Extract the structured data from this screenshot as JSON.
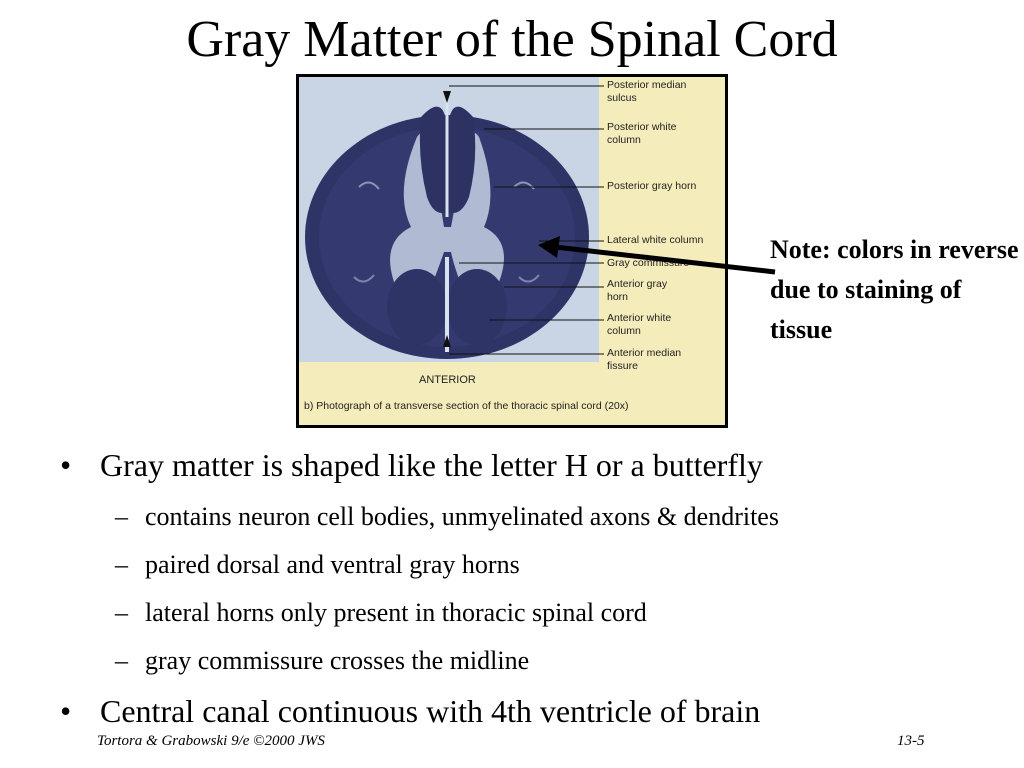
{
  "slide": {
    "title": "Gray Matter of the Spinal Cord",
    "figure": {
      "labels": [
        "Posterior median sulcus",
        "Posterior white column",
        "Posterior gray horn",
        "Lateral white column",
        "Gray commissure",
        "Anterior gray horn",
        "Anterior white column",
        "Anterior median fissure"
      ],
      "anterior_label": "ANTERIOR",
      "caption": "b) Photograph of a transverse section of the thoracic spinal cord (20x)"
    },
    "note": "Note: colors in reverse due to staining of tissue",
    "bullets": [
      {
        "text": "Gray matter is shaped like the letter H or a butterfly",
        "sub": [
          "contains neuron cell bodies, unmyelinated axons & dendrites",
          "paired dorsal and ventral gray horns",
          "lateral horns only present in thoracic spinal cord",
          "gray commissure crosses the midline"
        ]
      },
      {
        "text": "Central canal continuous with 4th ventricle of brain",
        "sub": []
      }
    ],
    "bullet_symbol": "•",
    "sub_symbol": "–",
    "footer_left": "Tortora & Grabowski 9/e ©2000 JWS",
    "footer_right": "13-5"
  }
}
